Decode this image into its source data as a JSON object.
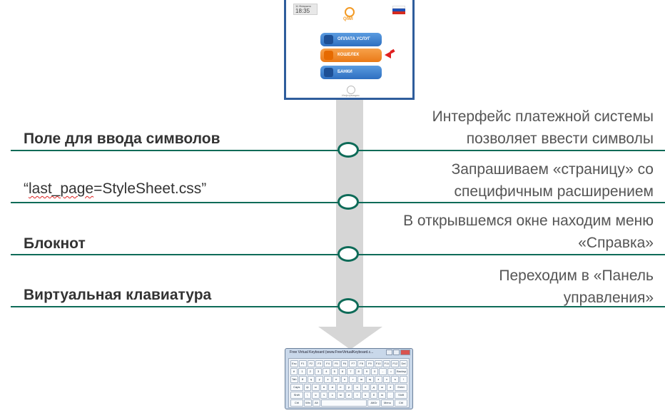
{
  "colors": {
    "line": "#0e6b58",
    "arrow": "#d6d6d6",
    "left_text": "#333333",
    "right_text": "#555555"
  },
  "steps": [
    {
      "left": "Поле для ввода символов",
      "right": "Интерфейс платежной системы позволяет ввести символы"
    },
    {
      "left_quote_open": "“",
      "left_main": "last_page",
      "left_rest": "=StyleSheet.css”",
      "right": "Запрашиваем «страницу» со специфичным расширением"
    },
    {
      "left": "Блокнот",
      "right": "В открывшемся окне находим меню «Справка»"
    },
    {
      "left": "Виртуальная клавиатура",
      "right": "Переходим в «Панель управления»"
    }
  ],
  "kiosk": {
    "date": "11 Февраля",
    "time": "18:35",
    "logo": "QIWI",
    "buttons": [
      {
        "label": "ОПЛАТА УСЛУГ",
        "color": "blue"
      },
      {
        "label": "КОШЕЛЕК",
        "color": "orange"
      },
      {
        "label": "БАНКИ",
        "color": "blue"
      }
    ],
    "flag_colors": [
      "#ffffff",
      "#1f4fb3",
      "#d52b1e"
    ],
    "footer": "Информация"
  },
  "keyboard": {
    "title": "Free Virtual Keyboard (www.FreeVirtualKeyboard.c...",
    "rows": [
      [
        "Esc",
        "F1",
        "F2",
        "F3",
        "F4",
        "F5",
        "F6",
        "F7",
        "F8",
        "F9",
        "F10",
        "F11",
        "F12",
        "Del"
      ],
      [
        "ё",
        "1",
        "2",
        "3",
        "4",
        "5",
        "6",
        "7",
        "8",
        "9",
        "0",
        "-",
        "=",
        "Backsp"
      ],
      [
        "Tab",
        "й",
        "ц",
        "у",
        "к",
        "е",
        "н",
        "г",
        "ш",
        "щ",
        "з",
        "х",
        "ъ",
        "\\"
      ],
      [
        "Caps",
        "ф",
        "ы",
        "в",
        "а",
        "п",
        "р",
        "о",
        "л",
        "д",
        "ж",
        "э",
        "Enter"
      ],
      [
        "Shift",
        "\\",
        "я",
        "ч",
        "с",
        "м",
        "и",
        "т",
        "ь",
        "б",
        "ю",
        ".",
        "Shift"
      ],
      [
        "Ctrl",
        "Win",
        "Alt",
        " ",
        "AltGr",
        "Menu",
        "Ctrl"
      ]
    ]
  }
}
